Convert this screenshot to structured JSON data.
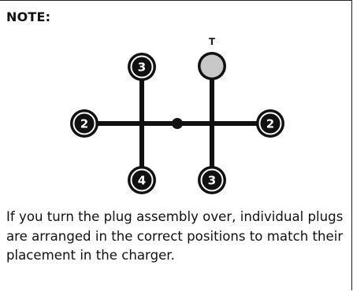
{
  "note": {
    "heading": "NOTE:",
    "caption": "If you turn the plug assembly over, individual plugs are arranged in the correct positions to match their placement in the charger."
  },
  "diagram": {
    "top_label": "T",
    "plugs": {
      "top_left": "3",
      "top_right": "",
      "left": "2",
      "right": "2",
      "bottom_left": "4",
      "bottom_right": "3"
    },
    "colors": {
      "wire": "#111111",
      "plug_fill": "#111111",
      "plug_ring": "#ffffff",
      "empty_plug_fill": "#c8c8c8"
    }
  }
}
